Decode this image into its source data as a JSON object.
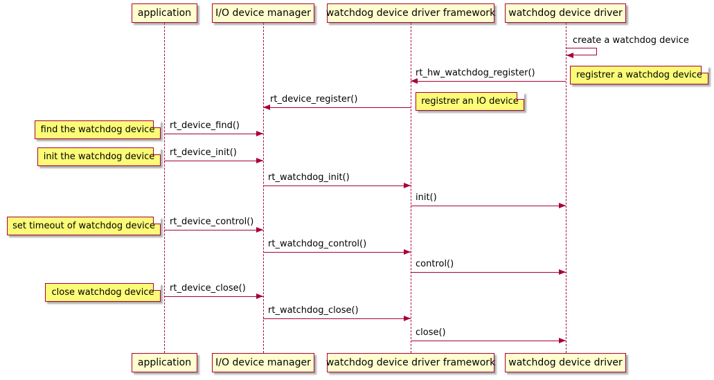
{
  "diagram": {
    "kind": "uml-sequence-diagram",
    "participants": [
      {
        "id": "application",
        "label": "application"
      },
      {
        "id": "io-device-manager",
        "label": "I/O device manager"
      },
      {
        "id": "watchdog-framework",
        "label": "watchdog device driver framework"
      },
      {
        "id": "watchdog-driver",
        "label": "watchdog device driver"
      }
    ],
    "messages": [
      {
        "label": "create a watchdog device",
        "from": "watchdog-driver",
        "to": "watchdog-driver",
        "kind": "self"
      },
      {
        "label": "rt_hw_watchdog_register()",
        "from": "watchdog-driver",
        "to": "watchdog-framework",
        "kind": "call"
      },
      {
        "label": "rt_device_register()",
        "from": "watchdog-framework",
        "to": "io-device-manager",
        "kind": "call"
      },
      {
        "label": "rt_device_find()",
        "from": "application",
        "to": "io-device-manager",
        "kind": "call"
      },
      {
        "label": "rt_device_init()",
        "from": "application",
        "to": "io-device-manager",
        "kind": "call"
      },
      {
        "label": "rt_watchdog_init()",
        "from": "io-device-manager",
        "to": "watchdog-framework",
        "kind": "call"
      },
      {
        "label": "init()",
        "from": "watchdog-framework",
        "to": "watchdog-driver",
        "kind": "call"
      },
      {
        "label": "rt_device_control()",
        "from": "application",
        "to": "io-device-manager",
        "kind": "call"
      },
      {
        "label": "rt_watchdog_control()",
        "from": "io-device-manager",
        "to": "watchdog-framework",
        "kind": "call"
      },
      {
        "label": "control()",
        "from": "watchdog-framework",
        "to": "watchdog-driver",
        "kind": "call"
      },
      {
        "label": "rt_device_close()",
        "from": "application",
        "to": "io-device-manager",
        "kind": "call"
      },
      {
        "label": "rt_watchdog_close()",
        "from": "io-device-manager",
        "to": "watchdog-framework",
        "kind": "call"
      },
      {
        "label": "close()",
        "from": "watchdog-framework",
        "to": "watchdog-driver",
        "kind": "call"
      }
    ],
    "notes": [
      {
        "label": "registrer a watchdog device",
        "near": "watchdog-driver",
        "side": "right"
      },
      {
        "label": "registrer an IO device",
        "near": "watchdog-framework",
        "side": "right"
      },
      {
        "label": "find the watchdog device",
        "near": "application",
        "side": "left"
      },
      {
        "label": "init the watchdog device",
        "near": "application",
        "side": "left"
      },
      {
        "label": "set timeout of watchdog device",
        "near": "application",
        "side": "left"
      },
      {
        "label": "close watchdog device",
        "near": "application",
        "side": "left"
      }
    ],
    "colors": {
      "participant_fill": "#FEFECE",
      "note_fill": "#FBFB77",
      "line": "#A80036",
      "text": "#000000",
      "background": "#FFFFFF"
    }
  }
}
